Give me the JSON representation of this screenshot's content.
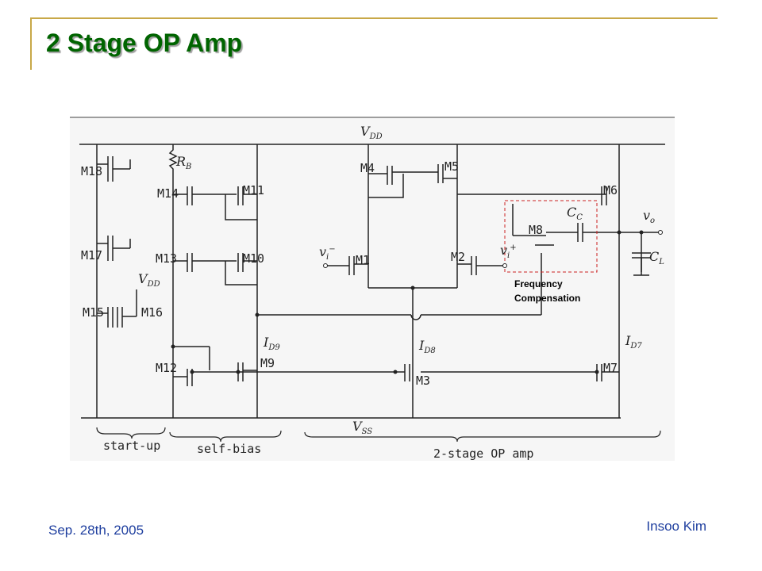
{
  "slide": {
    "title": "2 Stage OP Amp",
    "footer_date": "Sep. 28th, 2005",
    "footer_author": "Insoo Kim"
  },
  "circuit": {
    "vdd": "V",
    "vdd_sub": "DD",
    "vss": "V",
    "vss_sub": "SS",
    "transistors": [
      "M18",
      "M17",
      "M15",
      "M16",
      "M14",
      "M13",
      "M12",
      "M11",
      "M10",
      "M9",
      "M4",
      "M5",
      "M1",
      "M2",
      "M3",
      "M6",
      "M7",
      "M8"
    ],
    "rb": "R",
    "rb_sub": "B",
    "vdd_inner": "V",
    "vdd_inner_sub": "DD",
    "id9": "I",
    "id9_sub": "D9",
    "id8": "I",
    "id8_sub": "D8",
    "id7": "I",
    "id7_sub": "D7",
    "vin_minus": "v",
    "vin_minus_sub": "i",
    "vin_minus_sup": "−",
    "vin_plus": "v",
    "vin_plus_sub": "i",
    "vin_plus_sup": "+",
    "cc": "C",
    "cc_sub": "C",
    "cl": "C",
    "cl_sub": "L",
    "vo": "v",
    "vo_sub": "o",
    "freq_comp_line1": "Frequency",
    "freq_comp_line2": "Compensation",
    "section_startup": "start-up",
    "section_selfbias": "self-bias",
    "section_opamp": "2-stage OP amp"
  }
}
